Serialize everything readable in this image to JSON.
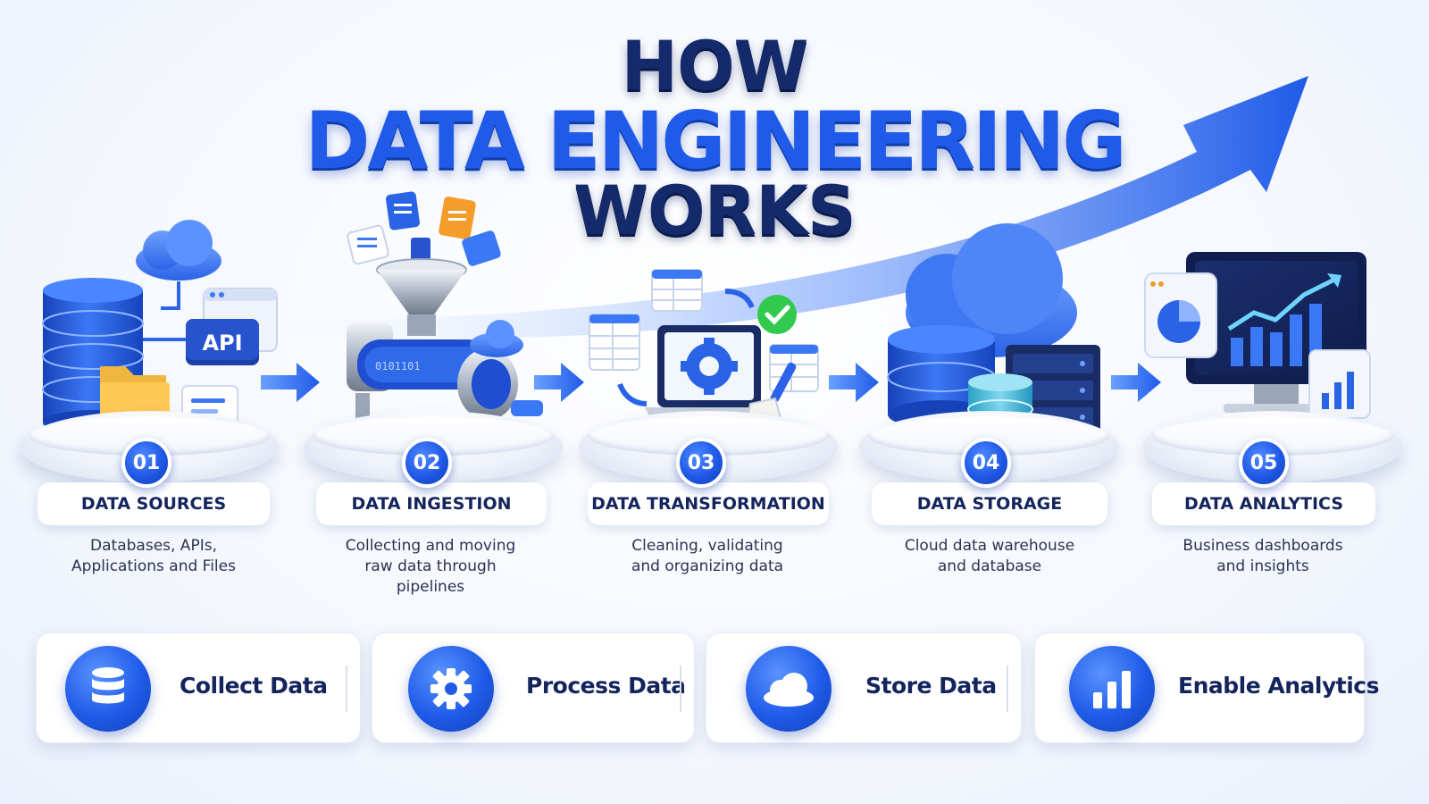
{
  "title": {
    "line1": "HOW",
    "line2": "DATA ENGINEERING",
    "line3": "WORKS"
  },
  "icons": {
    "api_label": "API"
  },
  "steps": [
    {
      "number": "01",
      "title": "DATA SOURCES",
      "description": "Databases, APIs,\nApplications and Files"
    },
    {
      "number": "02",
      "title": "DATA INGESTION",
      "description": "Collecting and moving\nraw data through\npipelines"
    },
    {
      "number": "03",
      "title": "DATA TRANSFORMATION",
      "description": "Cleaning, validating\nand organizing data"
    },
    {
      "number": "04",
      "title": "DATA STORAGE",
      "description": "Cloud data warehouse\nand database"
    },
    {
      "number": "05",
      "title": "DATA ANALYTICS",
      "description": "Business dashboards\nand insights"
    }
  ],
  "summary": [
    {
      "label": "Collect Data",
      "icon": "database-icon"
    },
    {
      "label": "Process Data",
      "icon": "gear-icon"
    },
    {
      "label": "Store Data",
      "icon": "cloud-icon"
    },
    {
      "label": "Enable Analytics",
      "icon": "bar-chart-icon"
    }
  ],
  "colors": {
    "primary_blue": "#1f5be8",
    "navy": "#142a6b",
    "text": "#14245c"
  }
}
